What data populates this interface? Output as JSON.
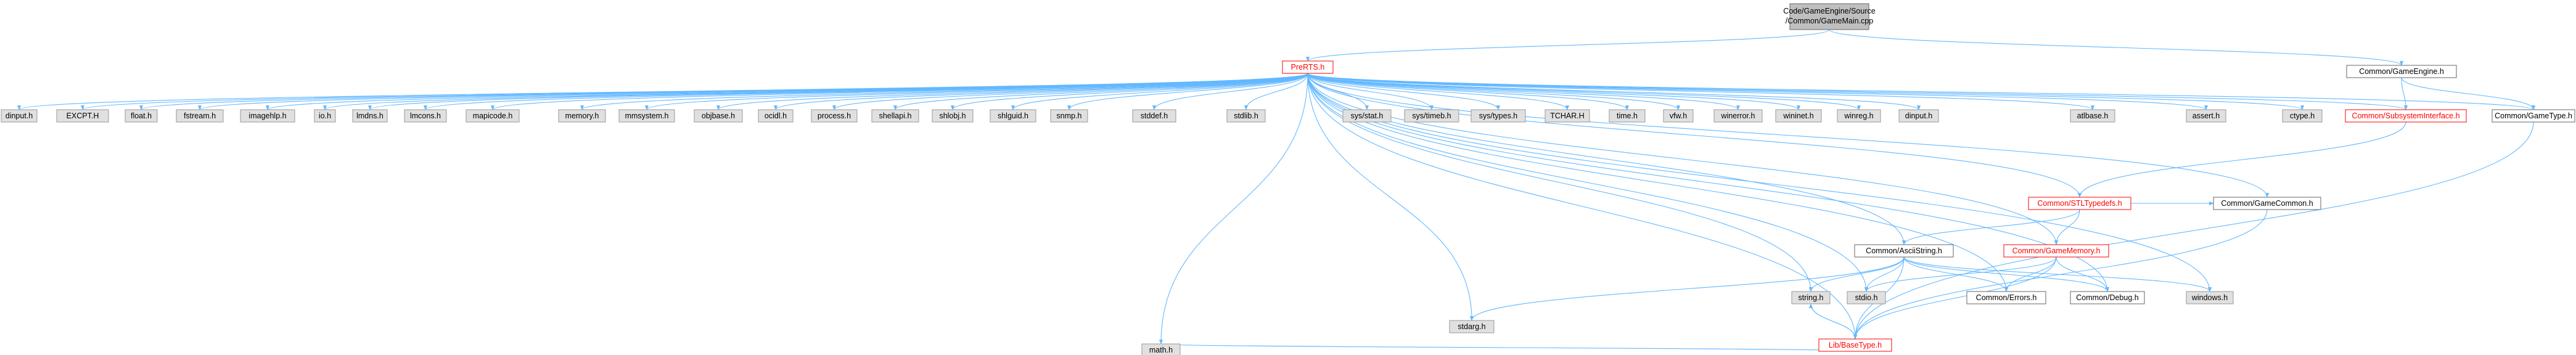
{
  "root": {
    "line1": "Code/GameEngine/Source",
    "line2": "/Common/GameMain.cpp"
  },
  "colors": {
    "edge": "#63b8ff",
    "system_fill": "#e0e0e0",
    "system_stroke": "#999999",
    "missing_doc": "#ff0000",
    "documented": "#000000",
    "root_fill": "#bfbfbf"
  },
  "nodes": [
    {
      "id": "prerts",
      "label": "PreRTS.h",
      "kind": "red"
    },
    {
      "id": "gameengine",
      "label": "Common/GameEngine.h",
      "kind": "doc"
    },
    {
      "id": "dinput",
      "label": "dinput.h",
      "kind": "sys"
    },
    {
      "id": "excpt",
      "label": "EXCPT.H",
      "kind": "sys"
    },
    {
      "id": "float",
      "label": "float.h",
      "kind": "sys"
    },
    {
      "id": "fstream",
      "label": "fstream.h",
      "kind": "sys"
    },
    {
      "id": "imagehlp",
      "label": "imagehlp.h",
      "kind": "sys"
    },
    {
      "id": "io",
      "label": "io.h",
      "kind": "sys"
    },
    {
      "id": "lmdns",
      "label": "lmdns.h",
      "kind": "sys"
    },
    {
      "id": "lmcons",
      "label": "lmcons.h",
      "kind": "sys"
    },
    {
      "id": "mapicode",
      "label": "mapicode.h",
      "kind": "sys"
    },
    {
      "id": "memory",
      "label": "memory.h",
      "kind": "sys"
    },
    {
      "id": "mmsystem",
      "label": "mmsystem.h",
      "kind": "sys"
    },
    {
      "id": "objbase",
      "label": "objbase.h",
      "kind": "sys"
    },
    {
      "id": "ocidl",
      "label": "ocidl.h",
      "kind": "sys"
    },
    {
      "id": "process",
      "label": "process.h",
      "kind": "sys"
    },
    {
      "id": "shellapi",
      "label": "shellapi.h",
      "kind": "sys"
    },
    {
      "id": "shlobj",
      "label": "shlobj.h",
      "kind": "sys"
    },
    {
      "id": "shlguid",
      "label": "shlguid.h",
      "kind": "sys"
    },
    {
      "id": "snmp",
      "label": "snmp.h",
      "kind": "sys"
    },
    {
      "id": "stddef",
      "label": "stddef.h",
      "kind": "sys"
    },
    {
      "id": "stdlib",
      "label": "stdlib.h",
      "kind": "sys"
    },
    {
      "id": "sysstat",
      "label": "sys/stat.h",
      "kind": "sys"
    },
    {
      "id": "systimeb",
      "label": "sys/timeb.h",
      "kind": "sys"
    },
    {
      "id": "systypes",
      "label": "sys/types.h",
      "kind": "sys"
    },
    {
      "id": "tchar",
      "label": "TCHAR.H",
      "kind": "sys"
    },
    {
      "id": "time",
      "label": "time.h",
      "kind": "sys"
    },
    {
      "id": "vfw",
      "label": "vfw.h",
      "kind": "sys"
    },
    {
      "id": "winerror",
      "label": "winerror.h",
      "kind": "sys"
    },
    {
      "id": "wininet",
      "label": "wininet.h",
      "kind": "sys"
    },
    {
      "id": "winreg",
      "label": "winreg.h",
      "kind": "sys"
    },
    {
      "id": "dinput2",
      "label": "dinput.h",
      "kind": "sys"
    },
    {
      "id": "atlbase",
      "label": "atlbase.h",
      "kind": "sys"
    },
    {
      "id": "assert",
      "label": "assert.h",
      "kind": "sys"
    },
    {
      "id": "ctype",
      "label": "ctype.h",
      "kind": "sys"
    },
    {
      "id": "subsys",
      "label": "Common/SubsystemInterface.h",
      "kind": "red"
    },
    {
      "id": "gametype",
      "label": "Common/GameType.h",
      "kind": "doc"
    },
    {
      "id": "stltypedefs",
      "label": "Common/STLTypedefs.h",
      "kind": "red"
    },
    {
      "id": "asciistring",
      "label": "Common/AsciiString.h",
      "kind": "doc"
    },
    {
      "id": "gamememory",
      "label": "Common/GameMemory.h",
      "kind": "red"
    },
    {
      "id": "gamecommon",
      "label": "Common/GameCommon.h",
      "kind": "doc"
    },
    {
      "id": "stdarg",
      "label": "stdarg.h",
      "kind": "sys"
    },
    {
      "id": "stringh",
      "label": "string.h",
      "kind": "sys"
    },
    {
      "id": "stdio",
      "label": "stdio.h",
      "kind": "sys"
    },
    {
      "id": "errors",
      "label": "Common/Errors.h",
      "kind": "doc"
    },
    {
      "id": "debug",
      "label": "Common/Debug.h",
      "kind": "doc"
    },
    {
      "id": "windows",
      "label": "windows.h",
      "kind": "sys"
    },
    {
      "id": "basetype",
      "label": "Lib/BaseType.h",
      "kind": "red"
    },
    {
      "id": "math",
      "label": "math.h",
      "kind": "sys"
    }
  ]
}
